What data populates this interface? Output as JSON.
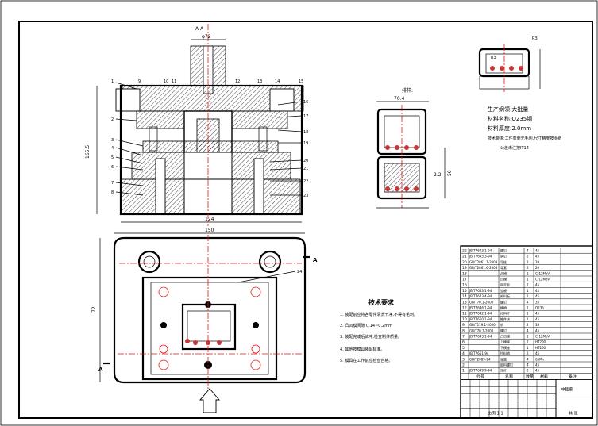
{
  "title_block": {
    "top_label": "A-A",
    "side_label_a_left": "A",
    "side_label_a_right": "A"
  },
  "dimensions": {
    "top_width": "φ72",
    "top_height": "165.5",
    "base_width": "124",
    "plan_width": "150",
    "plan_height": "72",
    "part_width": "70.4",
    "part_side": "50",
    "part_gap": "2.2",
    "part_corner": "R3",
    "strip_label": "排样:",
    "strip_corner": "R3"
  },
  "product_info": {
    "lines": [
      "生产纲领:大批量",
      "材料名称:Q235钢",
      "材料厚度:2.0mm",
      "技术要求:工件表面无毛刺,尺寸精度按图纸",
      "公差未注按IT14"
    ]
  },
  "tech_requirements": {
    "heading": "技术要求",
    "items": [
      "1. 装配前应将各零件清洗干净,不得有毛刺。",
      "2. 凸凹模间隙 0.14~0.2mm",
      "3. 装配完成后试冲,检查制件质量。",
      "4. 其他按模具装配标准。",
      "5. 模具在工作前应检查合格。"
    ]
  },
  "parts_table": {
    "rows": [
      [
        "JB/T7643.1-94",
        "螺钉",
        "4",
        "45",
        ""
      ],
      [
        "JB/T7645.3-94",
        "销钉",
        "2",
        "45",
        ""
      ],
      [
        "GB/T2861.1-2008",
        "导柱",
        "2",
        "20",
        ""
      ],
      [
        "GB/T2861.6-2008",
        "导套",
        "2",
        "20",
        ""
      ],
      [
        "",
        "凸模",
        "1",
        "Cr12MoV",
        ""
      ],
      [
        "",
        "凹模",
        "1",
        "Cr12MoV",
        ""
      ],
      [
        "",
        "固定板",
        "1",
        "45",
        ""
      ],
      [
        "JB/T7643.1-94",
        "垫板",
        "1",
        "45",
        ""
      ],
      [
        "JB/T7643.4-94",
        "卸料板",
        "1",
        "45",
        ""
      ],
      [
        "GB/T70.1-2000",
        "螺钉",
        "4",
        "35",
        ""
      ],
      [
        "JB/T7646.1-94",
        "模柄",
        "1",
        "Q235",
        ""
      ],
      [
        "JB/T7642.1-94",
        "打料杆",
        "1",
        "45",
        ""
      ],
      [
        "JB/T7650.1-94",
        "推件块",
        "1",
        "45",
        ""
      ],
      [
        "GB/T119.1-2000",
        "销",
        "2",
        "35",
        ""
      ],
      [
        "GB/T70.1-2000",
        "螺钉",
        "4",
        "45",
        ""
      ],
      [
        "JB/T7643.1-94",
        "凸凹模",
        "1",
        "Cr12MoV",
        ""
      ],
      [
        "",
        "上模座",
        "1",
        "HT200",
        ""
      ],
      [
        "",
        "下模座",
        "1",
        "HT200",
        ""
      ],
      [
        "JB/T7651-94",
        "挡料销",
        "2",
        "45",
        ""
      ],
      [
        "GB/T2089-94",
        "弹簧",
        "4",
        "65Mn",
        ""
      ],
      [
        "",
        "卸料螺钉",
        "4",
        "45",
        ""
      ],
      [
        "JB/T7649.9-94",
        "顶杆",
        "2",
        "45",
        ""
      ]
    ],
    "header": [
      "代号",
      "名称",
      "数量",
      "材料",
      "备注"
    ],
    "bottom_cells": [
      "冲裁模",
      "",
      "比例 1:1",
      "",
      "共 张"
    ]
  },
  "leader_numbers": [
    "1",
    "2",
    "3",
    "4",
    "5",
    "6",
    "7",
    "8",
    "9",
    "10",
    "11",
    "12",
    "13",
    "14",
    "15",
    "16",
    "17",
    "18",
    "19",
    "20",
    "21",
    "22",
    "23",
    "24"
  ]
}
